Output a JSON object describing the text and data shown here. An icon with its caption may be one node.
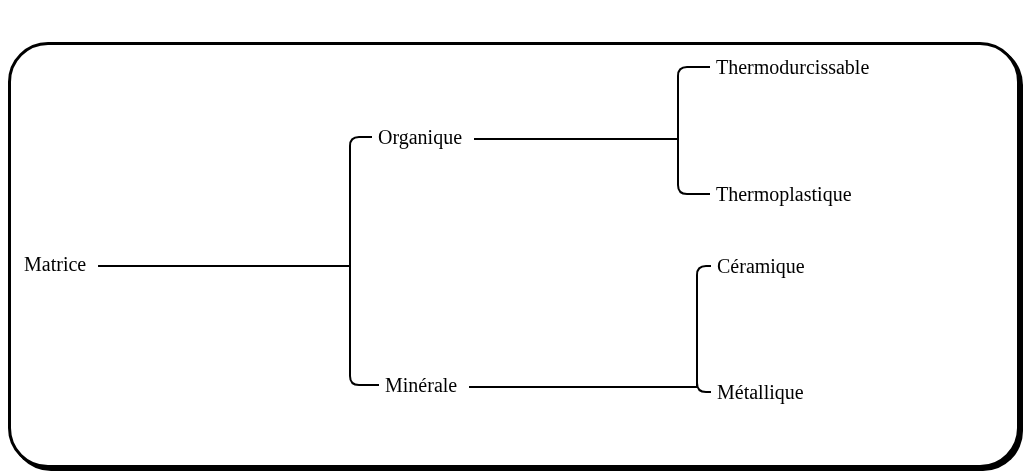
{
  "diagram": {
    "nodes": [
      {
        "text": [],
        "shape": "box"
      },
      {
        "text": [
          "Matrice"
        ],
        "in": 0
      },
      {
        "text": [
          "Organique"
        ],
        "in": 0
      },
      {
        "text": [
          "Minérale"
        ],
        "in": 0
      },
      {
        "text": [
          "Thermodurcissable"
        ],
        "in": 0
      },
      {
        "text": [
          "Thermoplastique"
        ],
        "in": 0
      },
      {
        "text": [
          "Céramique"
        ],
        "in": 0
      },
      {
        "text": [
          "Métallique"
        ],
        "in": 0
      }
    ],
    "edges": [
      {
        "from": 1,
        "to": 2,
        "arrow": "none"
      },
      {
        "from": 1,
        "to": 3,
        "arrow": "none"
      },
      {
        "from": 2,
        "to": 4,
        "arrow": "none"
      },
      {
        "from": 2,
        "to": 5,
        "arrow": "none"
      },
      {
        "from": 3,
        "to": 6,
        "arrow": "none"
      },
      {
        "from": 3,
        "to": 7,
        "arrow": "none"
      }
    ]
  }
}
